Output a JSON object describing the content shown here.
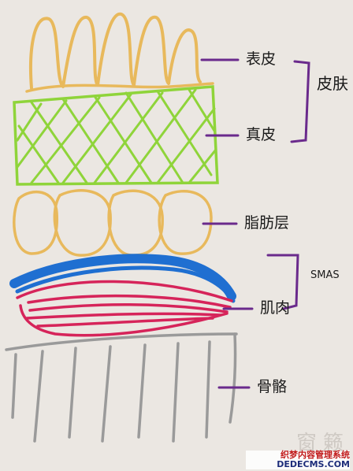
{
  "labels": {
    "epidermis": "表皮",
    "dermis": "真皮",
    "skin": "皮肤",
    "fat": "脂肪层",
    "smas": "SMAS",
    "muscle": "肌肉",
    "bone": "骨骼"
  },
  "watermark": {
    "logo": "窗籁",
    "site_cn": "织梦内容管理系统",
    "site_url": "DEDECMS.COM"
  },
  "colors": {
    "background": "#ebe7e2",
    "epidermis": "#e8b95c",
    "dermis": "#8fd43a",
    "fat": "#e8b95c",
    "smas": "#1f6fd1",
    "muscle": "#d6245a",
    "bone": "#9a9a9a",
    "pointer": "#6a2a8c"
  }
}
